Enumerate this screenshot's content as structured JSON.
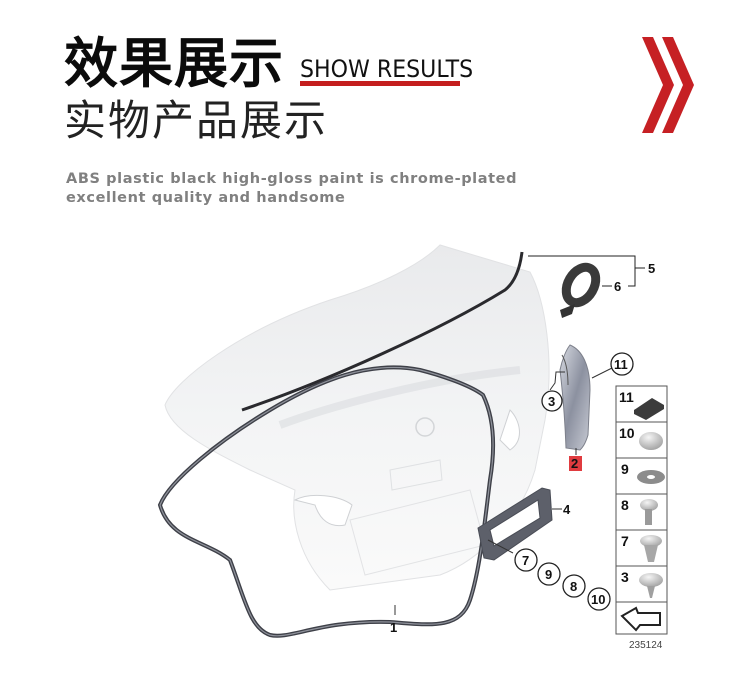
{
  "header": {
    "title_cn": "效果展示",
    "title_en": "SHOW RESULTS",
    "subtitle_cn": "实物产品展示",
    "accent_color": "#c41e1e",
    "chevron_icon": "double-chevron-right-icon"
  },
  "description": {
    "line1": "ABS plastic black high-gloss paint is chrome-plated",
    "line2": "excellent quality and handsome"
  },
  "diagram": {
    "callouts": {
      "c1": "1",
      "c2": "2",
      "c3": "3",
      "c4": "4",
      "c5": "5",
      "c6": "6",
      "c7": "7",
      "c8": "8",
      "c9": "9",
      "c10": "10",
      "c11": "11"
    },
    "legend": [
      {
        "number": "11",
        "part": "rubber-pad"
      },
      {
        "number": "10",
        "part": "cap"
      },
      {
        "number": "9",
        "part": "washer"
      },
      {
        "number": "8",
        "part": "screw"
      },
      {
        "number": "7",
        "part": "expanding-rivet"
      },
      {
        "number": "3",
        "part": "clip-screw"
      }
    ],
    "figure_number": "235124"
  }
}
